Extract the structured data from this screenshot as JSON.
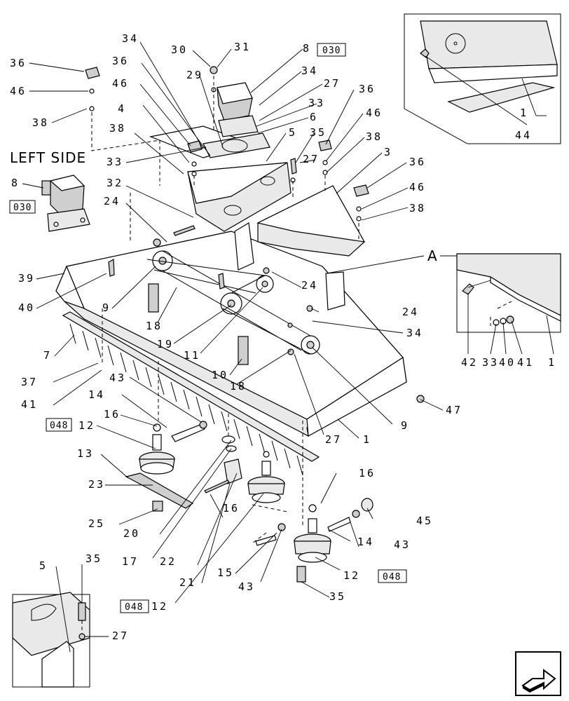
{
  "left_side_title": "LEFT SIDE",
  "detail_marker": "A",
  "ref_boxes": [
    "030",
    "030",
    "048",
    "048",
    "048"
  ],
  "callouts": {
    "c36a": "36",
    "c46a": "46",
    "c38a": "38",
    "c34a": "34",
    "c36b": "36",
    "c46b": "46",
    "c4": "4",
    "c38b": "38",
    "c33a": "33",
    "c32": "32",
    "c24a": "24",
    "c30": "30",
    "c31": "31",
    "c29": "29",
    "c8a": "8",
    "c34b": "34",
    "c27a": "27",
    "c33b": "33",
    "c6": "6",
    "c5a": "5",
    "c35a": "35",
    "c27b": "27",
    "c36c": "36",
    "c46c": "46",
    "c38c": "38",
    "c3": "3",
    "c36d": "36",
    "c46d": "46",
    "c38d": "38",
    "c8b": "8",
    "c39": "39",
    "c40a": "40",
    "c9a": "9",
    "c18a": "18",
    "c19": "19",
    "c11": "11",
    "c10": "10",
    "c18b": "18",
    "c24b": "24",
    "c24c": "24",
    "c34c": "34",
    "c9b": "9",
    "c27c": "27",
    "c1a": "1",
    "c47": "47",
    "c7": "7",
    "c37": "37",
    "c41a": "41",
    "c43a": "43",
    "c14a": "14",
    "c16a": "16",
    "c12a": "12",
    "c13": "13",
    "c23": "23",
    "c25": "25",
    "c20": "20",
    "c17": "17",
    "c22": "22",
    "c21": "21",
    "c16b": "16",
    "c12b": "12",
    "c15": "15",
    "c43b": "43",
    "c35b": "35",
    "c12c": "12",
    "c16c": "16",
    "c14b": "14",
    "c43c": "43",
    "c45": "45",
    "c1b": "1",
    "c44": "44",
    "c42": "42",
    "c33c": "33",
    "c40b": "40",
    "c41b": "41",
    "c1c": "1",
    "c5b": "5",
    "c35c": "35",
    "c27d": "27"
  },
  "icons": [
    "next-page-arrow-icon"
  ]
}
